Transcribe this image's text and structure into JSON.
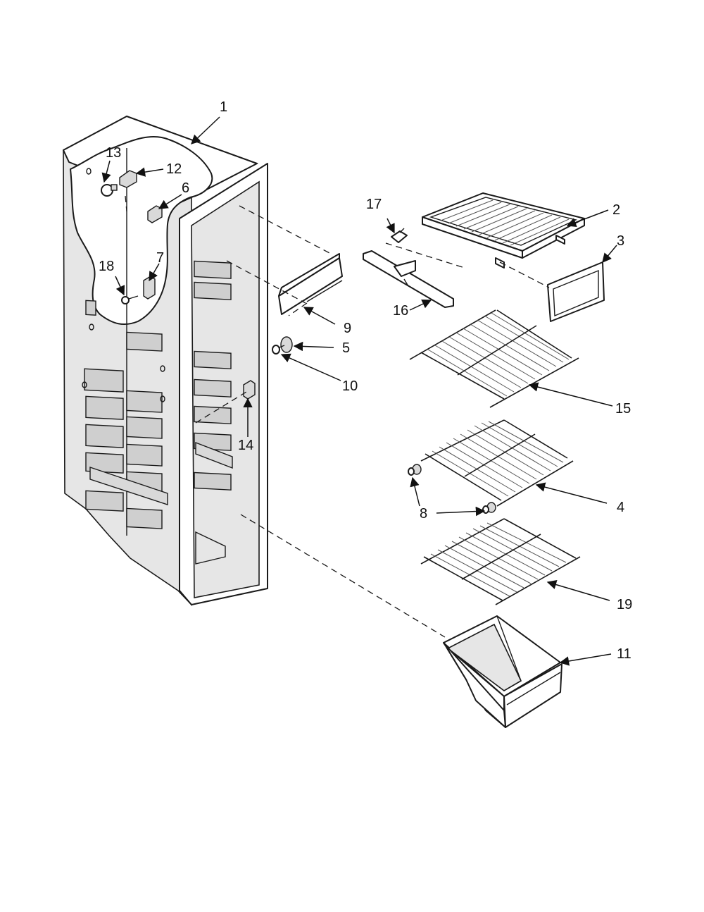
{
  "callouts": {
    "c1": "1",
    "c2": "2",
    "c3": "3",
    "c4": "4",
    "c5": "5",
    "c6": "6",
    "c7": "7",
    "c8": "8",
    "c9": "9",
    "c10": "10",
    "c11": "11",
    "c12": "12",
    "c13": "13",
    "c14": "14",
    "c15": "15",
    "c16": "16",
    "c17": "17",
    "c18": "18",
    "c19": "19"
  },
  "colors": {
    "line": "#1a1a1a",
    "liner": "#e6e6e6",
    "background": "#ffffff"
  }
}
